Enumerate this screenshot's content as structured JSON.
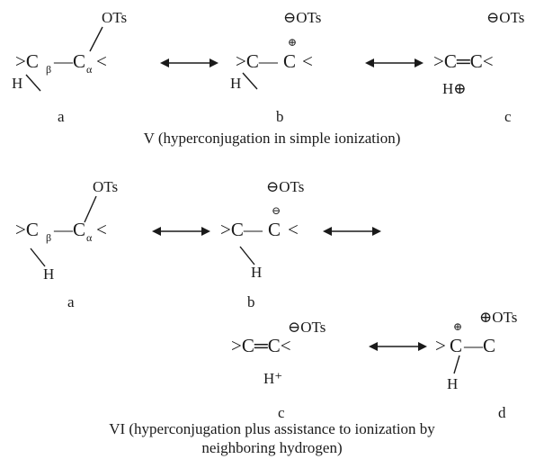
{
  "scheme_v": {
    "a": {
      "substituent": "OTs",
      "left_part": ">C",
      "beta": "β",
      "bond": "—",
      "right_part": "C",
      "alpha": "α",
      "end": "<",
      "h": "H",
      "label": "a"
    },
    "b": {
      "anion": "⊖OTs",
      "left_part": ">C—",
      "c": "C",
      "charge": "⊕",
      "end": "<",
      "h": "H",
      "label": "b"
    },
    "c": {
      "anion": "⊖OTs",
      "formula": ">C═C<",
      "h": "H⊕",
      "label": "c"
    },
    "caption": "V (hyperconjugation in simple ionization)"
  },
  "scheme_vi": {
    "a": {
      "substituent": "OTs",
      "left_part": ">C",
      "beta": "β",
      "bond": "—",
      "right_part": "C",
      "alpha": "α",
      "end": "<",
      "h": "H",
      "label": "a"
    },
    "b": {
      "anion": "⊖OTs",
      "left_part": ">C—",
      "c": "C",
      "charge": "⊖",
      "end": "<",
      "h": "H",
      "label": "b"
    },
    "c": {
      "anion": "⊖OTs",
      "formula": ">C═C<",
      "h": "H⁺",
      "label": "c"
    },
    "d": {
      "anion": "⊕OTs",
      "left_part": ">",
      "c": "C",
      "charge": "⊕",
      "rest": "—C",
      "h": "H",
      "label": "d"
    },
    "caption_line1": "VI (hyperconjugation plus assistance to ionization by",
    "caption_line2": "neighboring hydrogen)"
  }
}
